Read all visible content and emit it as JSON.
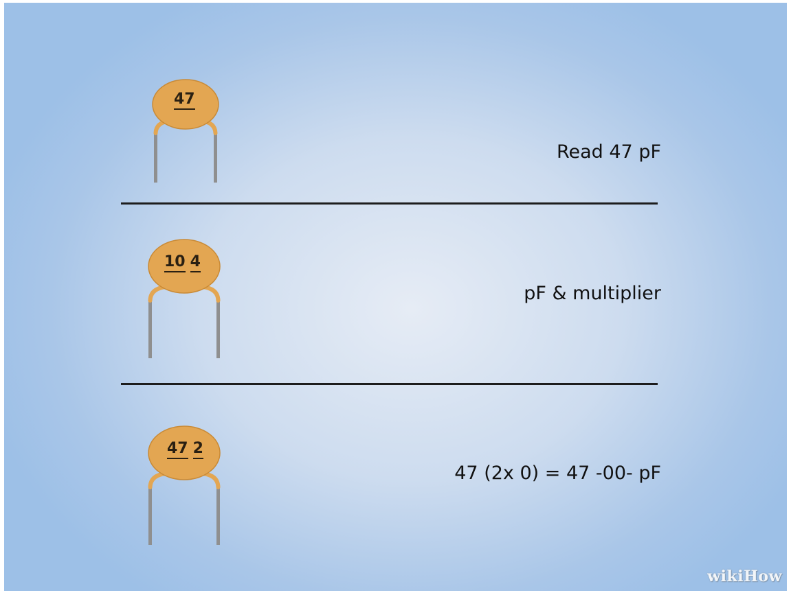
{
  "rows": [
    {
      "code": [
        "47"
      ],
      "caption": "Read 47 pF"
    },
    {
      "code": [
        "10",
        "4"
      ],
      "caption": "pF & multiplier"
    },
    {
      "code": [
        "47",
        "2"
      ],
      "caption": "47 (2x 0) = 47 -00- pF"
    }
  ],
  "watermark": "wikiHow",
  "colors": {
    "capacitor_body": "#e3a652",
    "capacitor_outline": "#c98a36",
    "lead": "#8f8f8f",
    "divider": "#1d1d1d"
  },
  "icons": [
    "ceramic-capacitor-icon"
  ]
}
